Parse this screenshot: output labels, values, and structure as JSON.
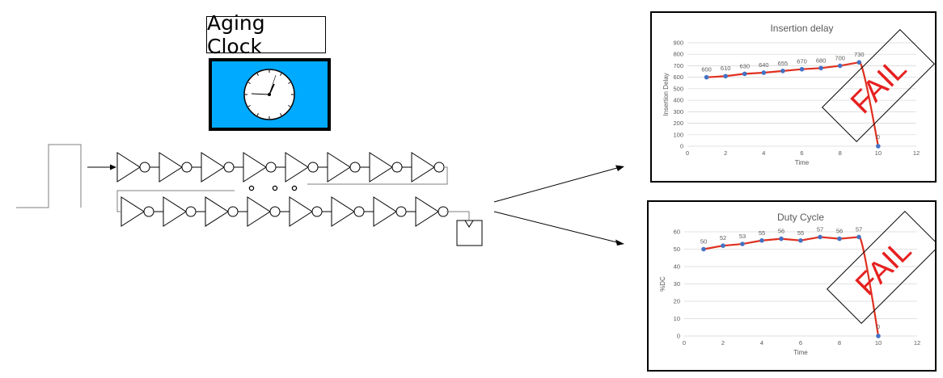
{
  "aging_clock": {
    "label": "Aging Clock",
    "face_color": "#00aaff"
  },
  "colors": {
    "marker": "#4472c4",
    "trend": "#e03020",
    "fail": "#e62020"
  },
  "icons": [
    "clock-icon",
    "inverter-icon",
    "flip-flop-icon",
    "arrow-icon"
  ],
  "chart_data": [
    {
      "type": "line",
      "title": "Insertion delay",
      "xlabel": "Time",
      "ylabel": "Insertion Delay",
      "xlim": [
        0,
        12
      ],
      "ylim": [
        0,
        900
      ],
      "xticks": [
        0,
        2,
        4,
        6,
        8,
        10,
        12
      ],
      "yticks": [
        0,
        100,
        200,
        300,
        400,
        500,
        600,
        700,
        800,
        900
      ],
      "grid": true,
      "x": [
        1,
        2,
        3,
        4,
        5,
        6,
        7,
        8,
        9,
        10
      ],
      "y": [
        600,
        610,
        630,
        640,
        655,
        670,
        680,
        700,
        730,
        0
      ],
      "data_labels": [
        "600",
        "610",
        "630",
        "640",
        "655",
        "670",
        "680",
        "700",
        "730",
        "0"
      ],
      "annotation": "FAIL"
    },
    {
      "type": "line",
      "title": "Duty Cycle",
      "xlabel": "Time",
      "ylabel": "%DC",
      "xlim": [
        0,
        12
      ],
      "ylim": [
        0,
        60
      ],
      "xticks": [
        0,
        2,
        4,
        6,
        8,
        10,
        12
      ],
      "yticks": [
        0,
        10,
        20,
        30,
        40,
        50,
        60
      ],
      "grid": true,
      "x": [
        1,
        2,
        3,
        4,
        5,
        6,
        7,
        8,
        9,
        10
      ],
      "y": [
        50,
        52,
        53,
        55,
        56,
        55,
        57,
        56,
        57,
        0
      ],
      "data_labels": [
        "50",
        "52",
        "53",
        "55",
        "56",
        "55",
        "57",
        "56",
        "57",
        "0"
      ],
      "annotation": "FAIL"
    }
  ]
}
